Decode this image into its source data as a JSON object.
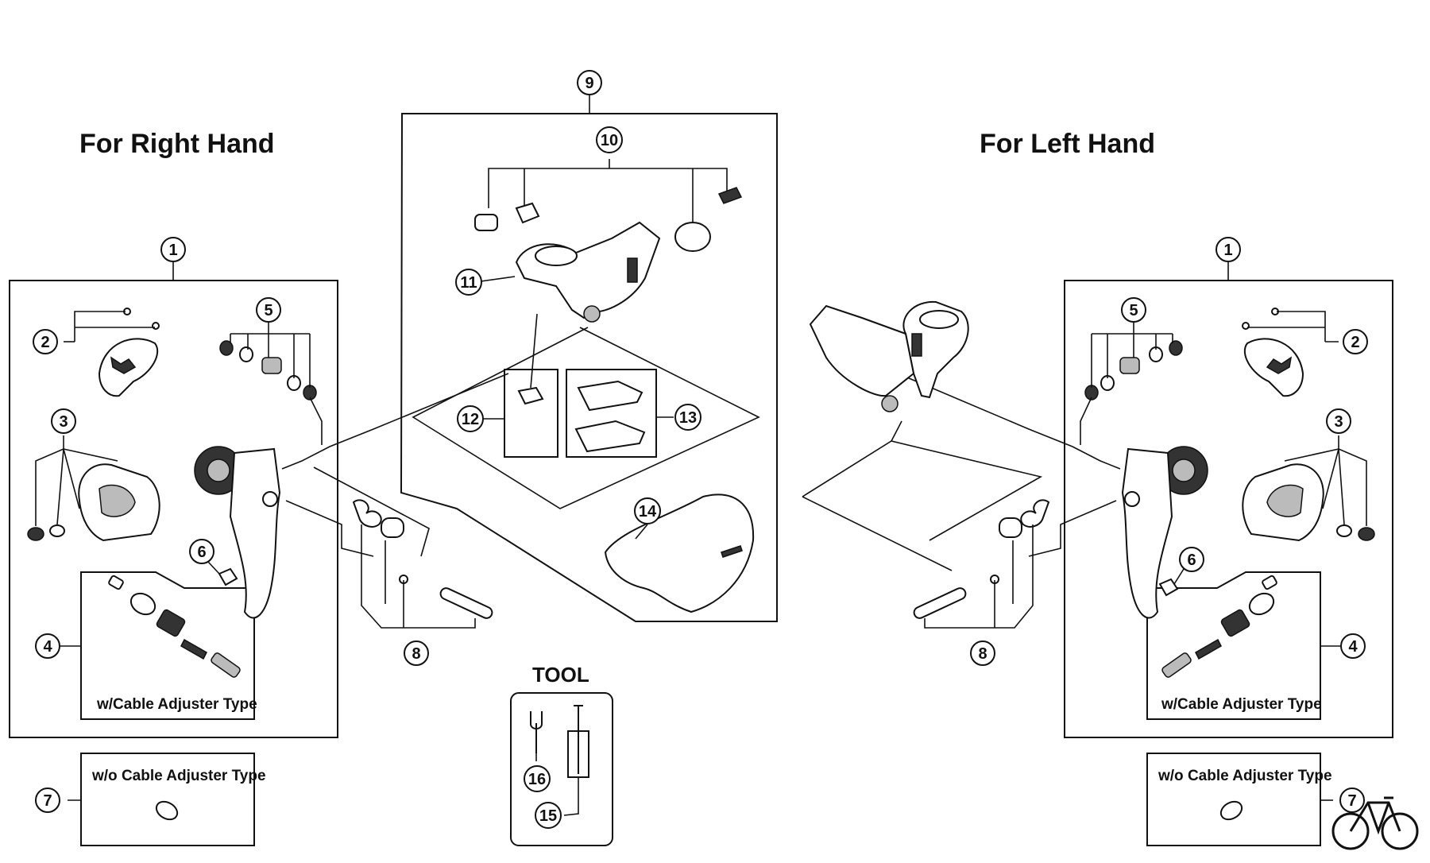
{
  "headings": {
    "right_hand": "For Right Hand",
    "left_hand": "For Left Hand",
    "tool": "TOOL"
  },
  "sublabels": {
    "with_adjuster_right": "w/Cable Adjuster Type",
    "with_adjuster_left": "w/Cable Adjuster Type",
    "without_adjuster_right": "w/o Cable Adjuster Type",
    "without_adjuster_left": "w/o Cable Adjuster Type"
  },
  "callouts": {
    "r1": "1",
    "r2": "2",
    "r3": "3",
    "r4": "4",
    "r5": "5",
    "r6": "6",
    "r7": "7",
    "r8": "8",
    "c9": "9",
    "c10": "10",
    "c11": "11",
    "c12": "12",
    "c13": "13",
    "c14": "14",
    "c15": "15",
    "c16": "16",
    "l1": "1",
    "l2": "2",
    "l3": "3",
    "l4": "4",
    "l5": "5",
    "l6": "6",
    "l7": "7",
    "l8": "8"
  },
  "logo": {
    "icon": "bicycle-logo-icon"
  }
}
